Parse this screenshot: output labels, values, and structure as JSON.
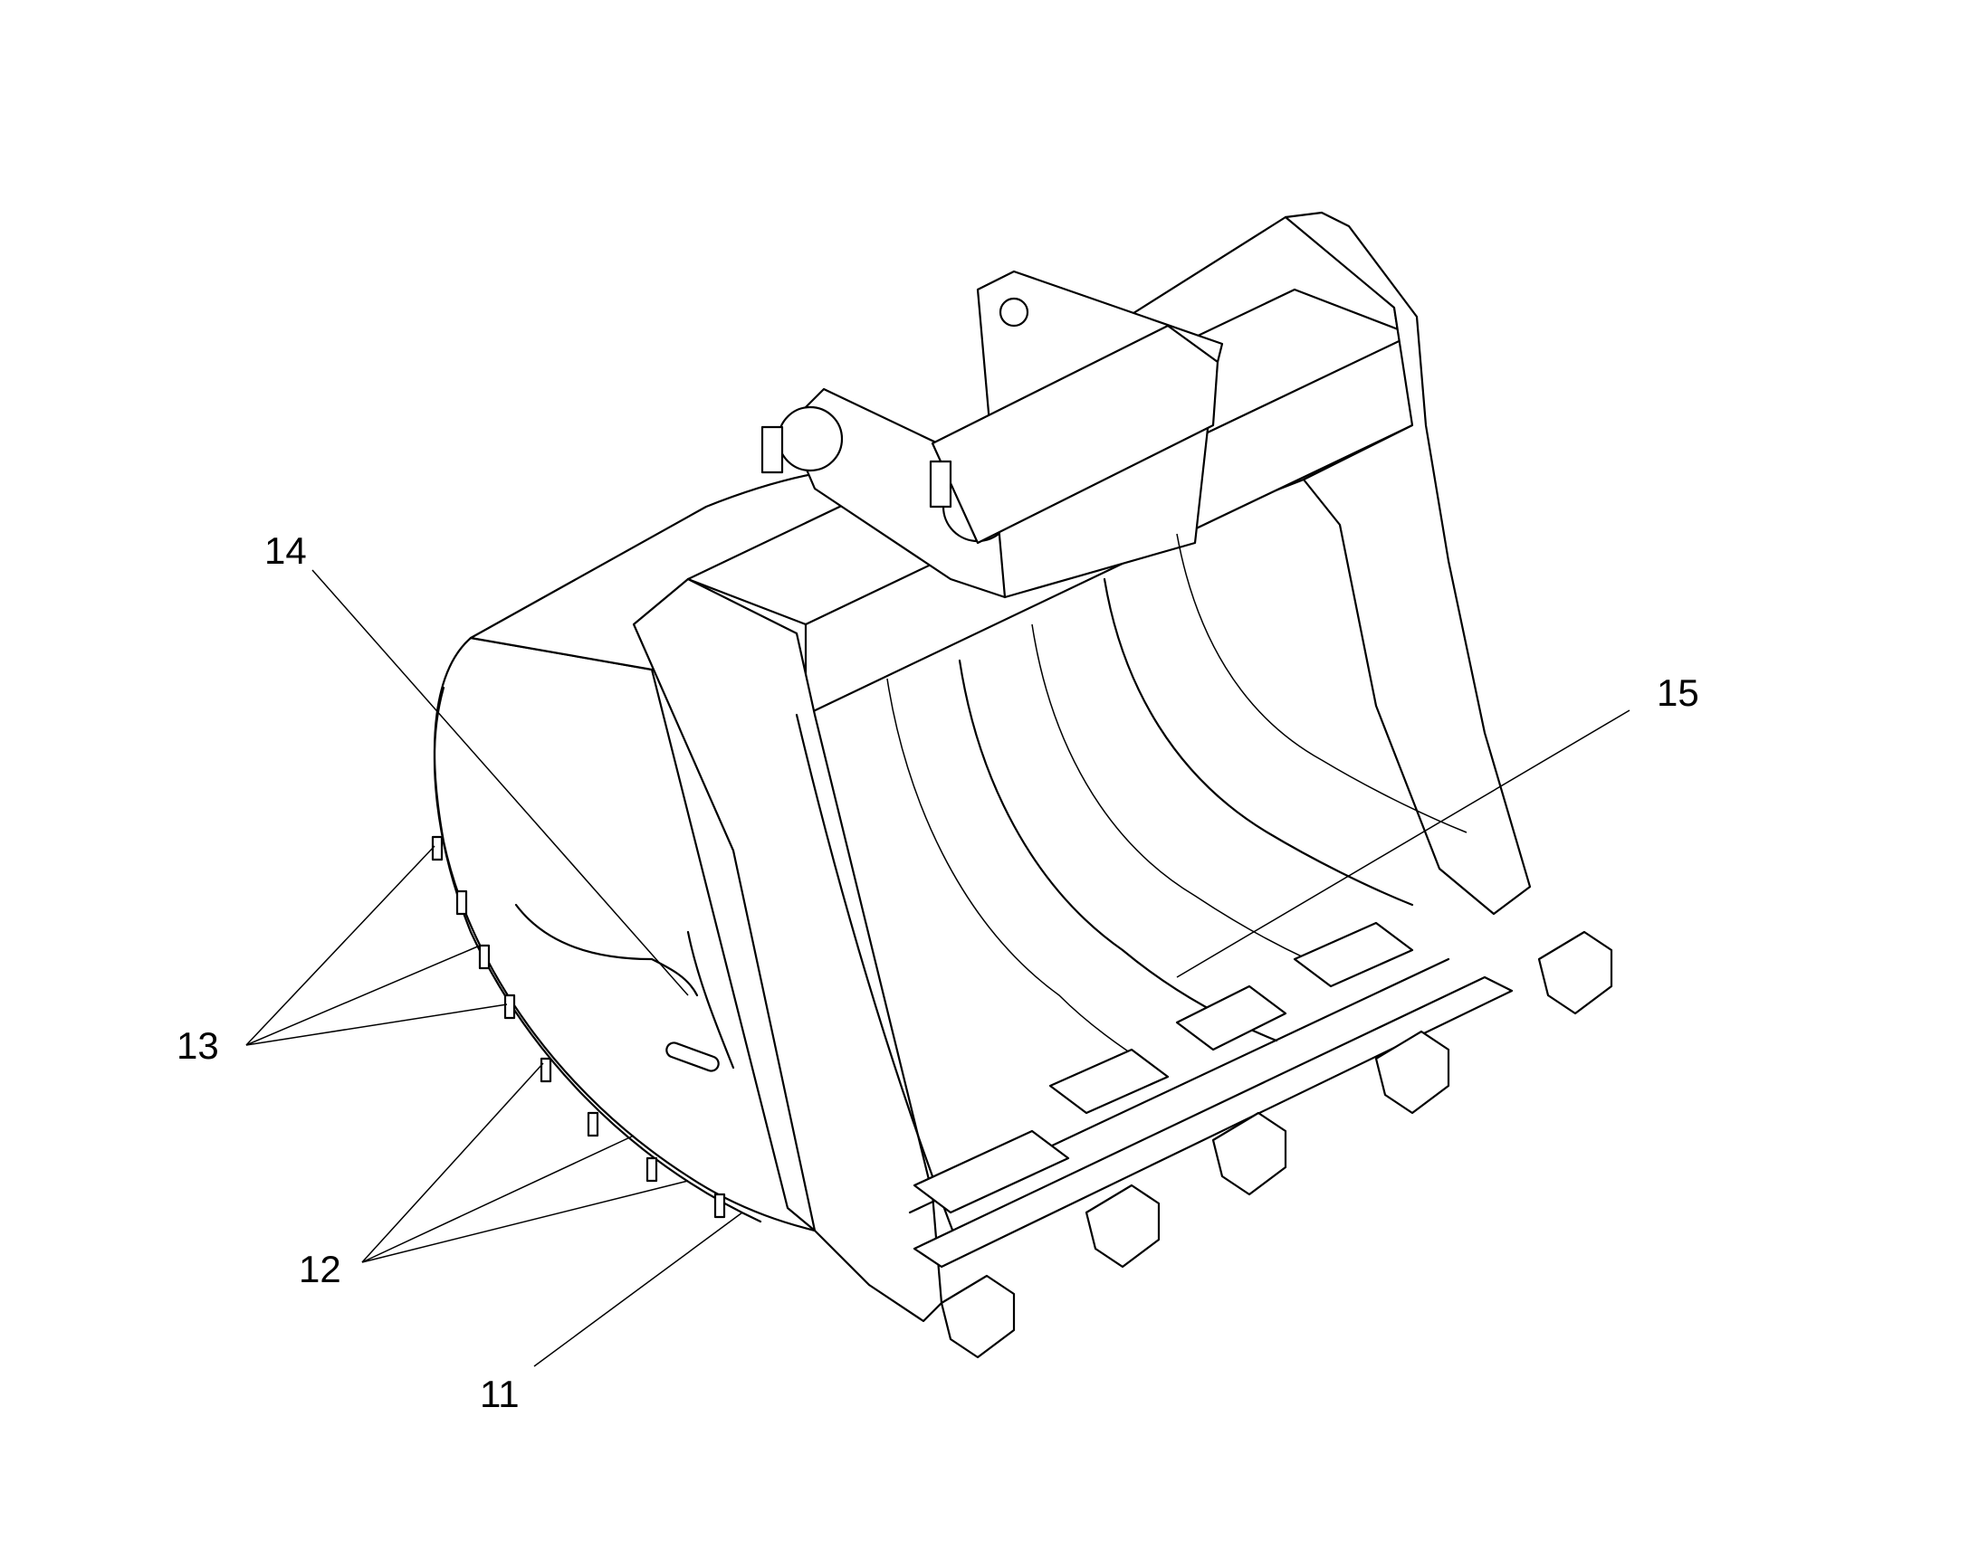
{
  "labels": {
    "l11": "11",
    "l12": "12",
    "l13": "13",
    "l14": "14",
    "l15": "15"
  }
}
